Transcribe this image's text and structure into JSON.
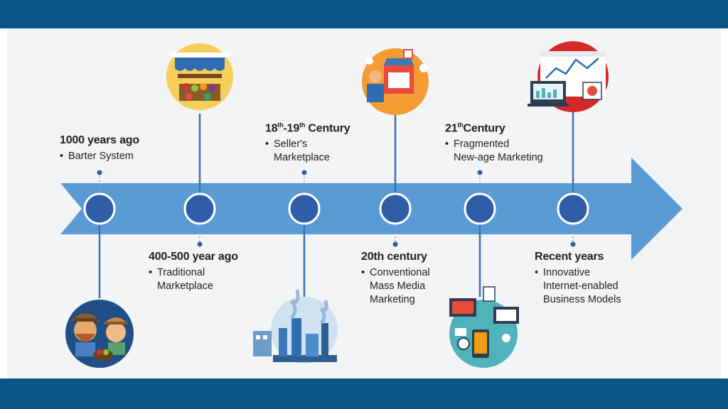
{
  "colors": {
    "band": "#0b5585",
    "arrow": "#5b9bd5",
    "node": "#2f5ea8",
    "connector": "#3e6fb5"
  },
  "events": [
    {
      "head": "1000 years ago",
      "line1": "Barter System",
      "line2": "",
      "icon": "farmers-icon"
    },
    {
      "head": "400-500 year ago",
      "line1": "Traditional",
      "line2": "Marketplace",
      "icon": "market-stall-icon"
    },
    {
      "head_pre": "18",
      "head_sup1": "th",
      "head_mid": "-19",
      "head_sup2": "th",
      "head_post": " Century",
      "line1": "Seller's",
      "line2": "Marketplace",
      "icon": "factory-icon"
    },
    {
      "head": "20th century",
      "line1": "Conventional",
      "line2": "Mass Media",
      "line3": "Marketing",
      "icon": "shop-seller-icon"
    },
    {
      "head_pre": "21",
      "head_sup1": "th",
      "head_post": "Century",
      "line1": "Fragmented",
      "line2": "New-age Marketing",
      "icon": "digital-devices-icon"
    },
    {
      "head": "Recent years",
      "line1": "Innovative",
      "line2": "Internet-enabled",
      "line3": "Business Models",
      "icon": "analytics-dashboard-icon"
    }
  ]
}
